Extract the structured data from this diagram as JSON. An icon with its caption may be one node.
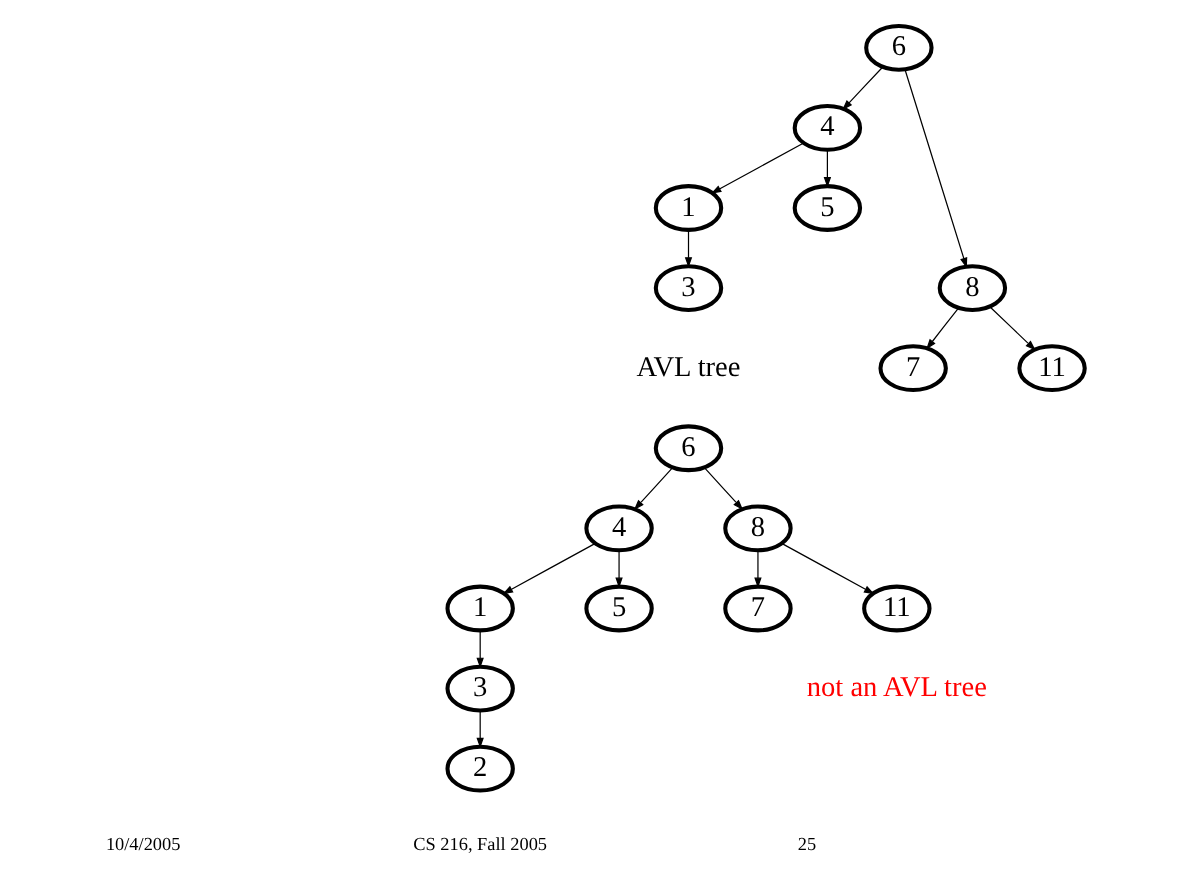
{
  "diagram": {
    "nodes": [
      {
        "text": [
          "6"
        ]
      },
      {
        "text": [
          "4"
        ]
      },
      {
        "text": [
          "8"
        ]
      },
      {
        "text": [
          "1"
        ]
      },
      {
        "text": [
          "5"
        ]
      },
      {
        "text": [
          "7"
        ]
      },
      {
        "text": [
          "11"
        ]
      },
      {
        "text": [
          "3"
        ]
      },
      {
        "text": [
          "6"
        ]
      },
      {
        "text": [
          "4"
        ]
      },
      {
        "text": [
          "8"
        ]
      },
      {
        "text": [
          "1"
        ]
      },
      {
        "text": [
          "5"
        ]
      },
      {
        "text": [
          "7"
        ]
      },
      {
        "text": [
          "11"
        ]
      },
      {
        "text": [
          "3"
        ]
      },
      {
        "text": [
          "2"
        ]
      }
    ],
    "edges": [
      {
        "from": 0,
        "to": 1,
        "arrow": "to"
      },
      {
        "from": 0,
        "to": 2,
        "arrow": "to"
      },
      {
        "from": 1,
        "to": 3,
        "arrow": "to"
      },
      {
        "from": 1,
        "to": 4,
        "arrow": "to"
      },
      {
        "from": 2,
        "to": 5,
        "arrow": "to"
      },
      {
        "from": 2,
        "to": 6,
        "arrow": "to"
      },
      {
        "from": 3,
        "to": 7,
        "arrow": "to"
      },
      {
        "from": 8,
        "to": 9,
        "arrow": "to"
      },
      {
        "from": 8,
        "to": 10,
        "arrow": "to"
      },
      {
        "from": 9,
        "to": 11,
        "arrow": "to"
      },
      {
        "from": 9,
        "to": 12,
        "arrow": "to"
      },
      {
        "from": 10,
        "to": 13,
        "arrow": "to"
      },
      {
        "from": 10,
        "to": 14,
        "arrow": "to"
      },
      {
        "from": 11,
        "to": 15,
        "arrow": "to"
      },
      {
        "from": 15,
        "to": 16,
        "arrow": "to"
      }
    ],
    "labels": [
      "AVL tree",
      "not an AVL tree",
      "10/4/2005",
      "CS 216, Fall 2005",
      "25"
    ]
  }
}
